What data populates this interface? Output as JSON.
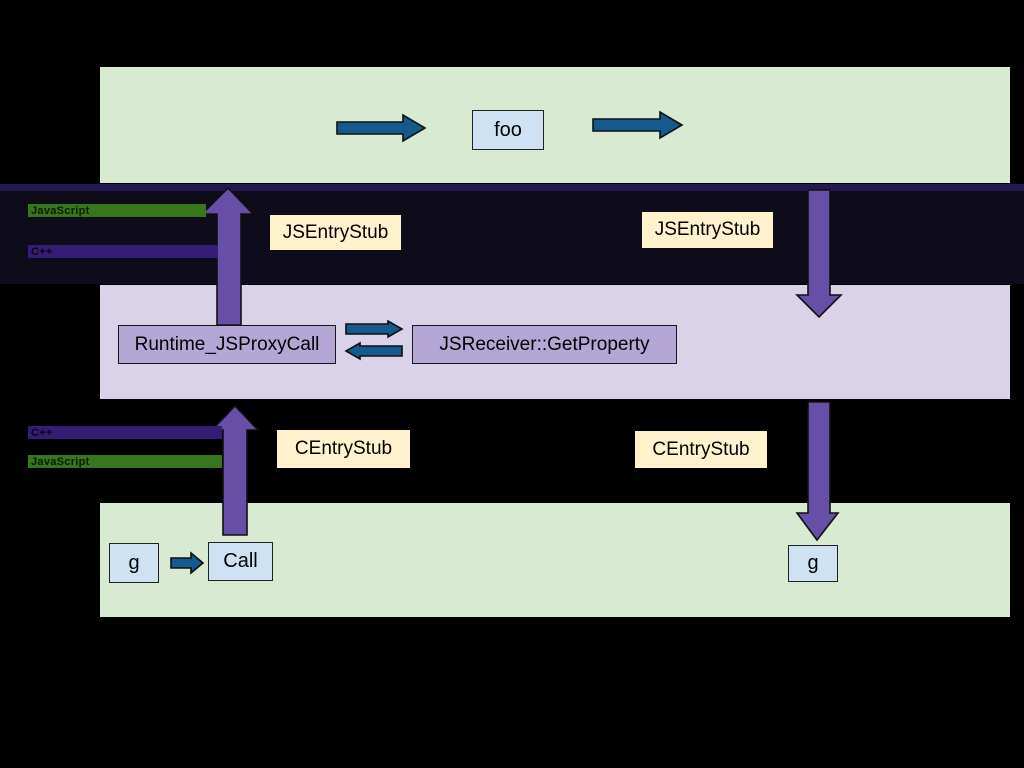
{
  "diagram": {
    "colors": {
      "background": "#000000",
      "js_band": "#d9ead3",
      "cpp_band": "#d9d2e9",
      "code_box_blue": "#cfe2f3",
      "runtime_box_purple": "#b4a7d6",
      "stub_label_cream": "#fff2cc",
      "arrow_blue": "#15598f",
      "arrow_purple": "#674ea7",
      "js_bar_green": "#38761d",
      "cpp_bar_purple": "#351c75",
      "divider_navy": "#241a52"
    },
    "js_band_top": {
      "function_box": "foo"
    },
    "upper_transition": {
      "js_bar_label": "JavaScript",
      "cpp_bar_label": "C++",
      "stub_left": "JSEntryStub",
      "stub_right": "JSEntryStub"
    },
    "cpp_band": {
      "runtime_box": "Runtime_JSProxyCall",
      "getproperty_box": "JSReceiver::GetProperty"
    },
    "lower_transition": {
      "cpp_bar_label": "C++",
      "js_bar_label": "JavaScript",
      "stub_left": "CEntryStub",
      "stub_right": "CEntryStub"
    },
    "js_band_bottom": {
      "caller_box": "g",
      "call_box": "Call",
      "callee_box": "g"
    }
  }
}
